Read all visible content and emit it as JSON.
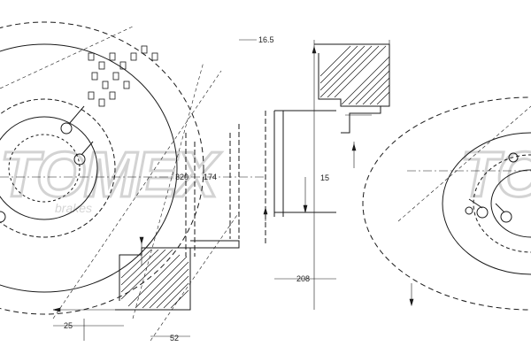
{
  "drawing": {
    "dimensions": {
      "disc_thickness": "16.5",
      "disc_height": "15",
      "friction_ring_height": "25",
      "offset": "52",
      "outer_diameter": "320",
      "hub_diameter": "174",
      "center_bore": "208"
    }
  },
  "watermark": {
    "brand": "TOMEX",
    "subline": "brakes"
  },
  "colors": {
    "line": "#1a1a1a",
    "watermark": "#d9d9d9"
  }
}
